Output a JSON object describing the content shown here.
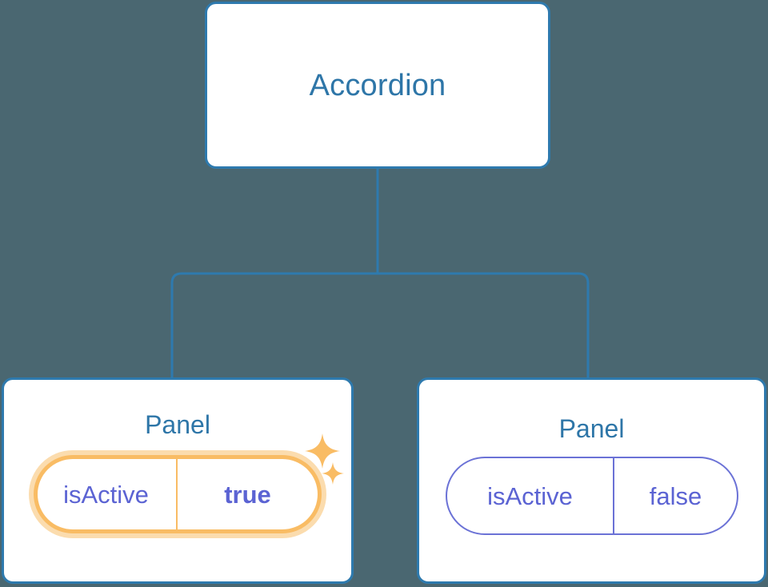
{
  "diagram": {
    "type": "component-tree",
    "background_color": "#4a6771",
    "accent_color": "#2e7aae",
    "title_color": "#2e76a8",
    "prop_color": "#5b63d3",
    "highlight_color": "#f9bc64",
    "highlight_glow_color": "#fbdcae",
    "root": {
      "name": "root-node",
      "title": "Accordion"
    },
    "children": [
      {
        "name": "panel-node-left",
        "title": "Panel",
        "highlighted": true,
        "prop": {
          "key": "isActive",
          "value": "true"
        },
        "decorations": [
          "sparkle-icon",
          "sparkle-icon"
        ]
      },
      {
        "name": "panel-node-right",
        "title": "Panel",
        "highlighted": false,
        "prop": {
          "key": "isActive",
          "value": "false"
        },
        "decorations": []
      }
    ]
  }
}
